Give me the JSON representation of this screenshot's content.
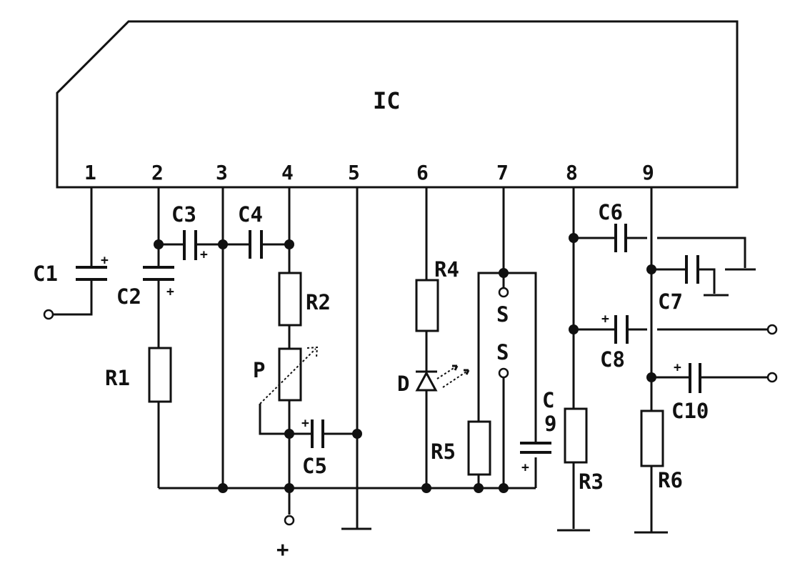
{
  "ic": {
    "label": "IC",
    "pins": [
      "1",
      "2",
      "3",
      "4",
      "5",
      "6",
      "7",
      "8",
      "9"
    ]
  },
  "capacitors": [
    "C1",
    "C2",
    "C3",
    "C4",
    "C5",
    "C6",
    "C7",
    "C8",
    "C9",
    "C10"
  ],
  "c9_chars": [
    "C",
    "9"
  ],
  "resistors": [
    "R1",
    "R2",
    "R3",
    "R4",
    "R5",
    "R6"
  ],
  "pot": "P",
  "led": "D",
  "switch": [
    "S",
    "S"
  ],
  "polarity": {
    "plus": "+"
  },
  "supply": {
    "plus": "+"
  }
}
